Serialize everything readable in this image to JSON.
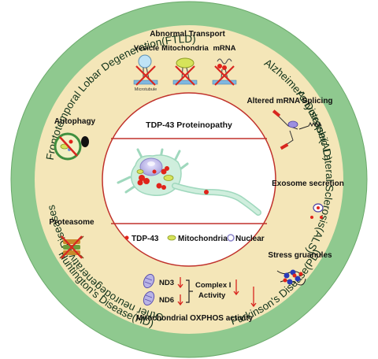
{
  "outer_ring": {
    "ftld": "Frontotemporal Lobar Degeneration(FTLD)",
    "ad": "Alzheimer's  Disease(AD)",
    "als": "Amyotrophic Lateral Sclerosis(ALS)",
    "pd": "Parkinson's Disease(PD)",
    "hd": "Huntington's Disease(HD)",
    "other": "Other neurodegenerative Diseases"
  },
  "center": {
    "title": "TDP-43 Proteinopathy",
    "legend": [
      "TDP-43",
      "Mitochondria",
      "Nuclear"
    ]
  },
  "mechanisms": {
    "abnormal_transport": "Abnormal Transport",
    "vesicle": "Vesicle",
    "mitochondria": "Mitochondria",
    "mrna": "mRNA",
    "microtubule": "Microtubule",
    "altered_splicing": "Altered mRNA Splicing",
    "autophagy": "Autophagy",
    "exosome": "Exosome secretion",
    "proteasome": "Proteasome",
    "stress_granules": "Stress gruanules",
    "nd3": "ND3",
    "nd6": "ND6",
    "complex_line1": "Complex I",
    "complex_line2": "Activity",
    "oxphos": "Mitochondrial OXPHOS activity"
  },
  "colors": {
    "outer_ring": "#8fc98f",
    "inner_fill": "#f4e6b8",
    "center_fill": "#ffffff",
    "center_border": "#c0312b",
    "tdp43": "#e0241b",
    "mitochondria": "#d6e35a",
    "nucleus": "#b9b4e6",
    "neuron": "#cfeedd"
  }
}
